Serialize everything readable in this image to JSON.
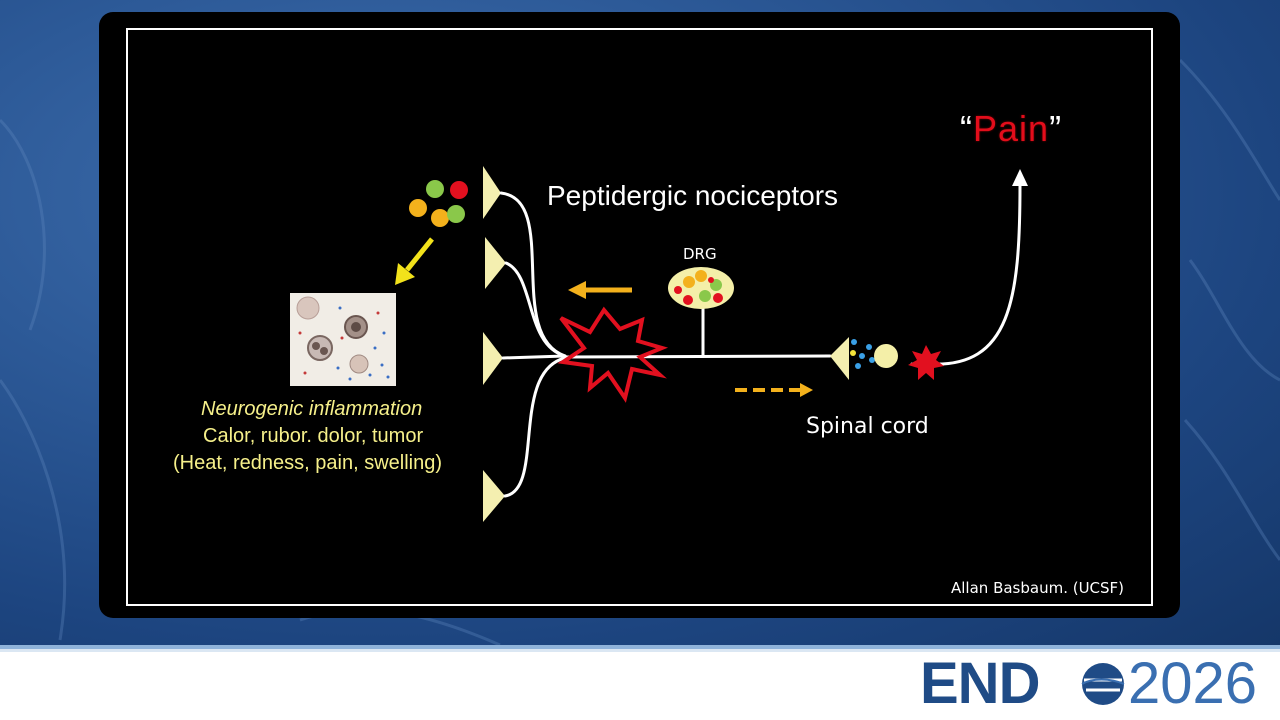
{
  "slide": {
    "nociceptor_title": "Peptidergic nociceptors",
    "pain_open_quote": "“",
    "pain_word": "Pain",
    "pain_close_quote": "”",
    "drg_label": "DRG",
    "spinal_cord_label": "Spinal cord",
    "neurogenic_title": "Neurogenic inflammation",
    "neurogenic_line1": "Calor, rubor. dolor, tumor",
    "neurogenic_line2": "(Heat, redness, pain, swelling)",
    "credit": "Allan Basbaum.  (UCSF)"
  },
  "logo": {
    "brand": "END",
    "year": "2026"
  },
  "colors": {
    "panel_background": "#000000",
    "page_background": "#1d4580",
    "nerve": "#ffffff",
    "ending": "#f4efb0",
    "arrow_yellow": "#f2e21b",
    "arrow_orange": "#f3b11c",
    "injury_star": "#e2101f",
    "inflammation_text": "#f6f08a",
    "pain_text": "#e30d1b",
    "logo_blue": "#1f4b86"
  }
}
